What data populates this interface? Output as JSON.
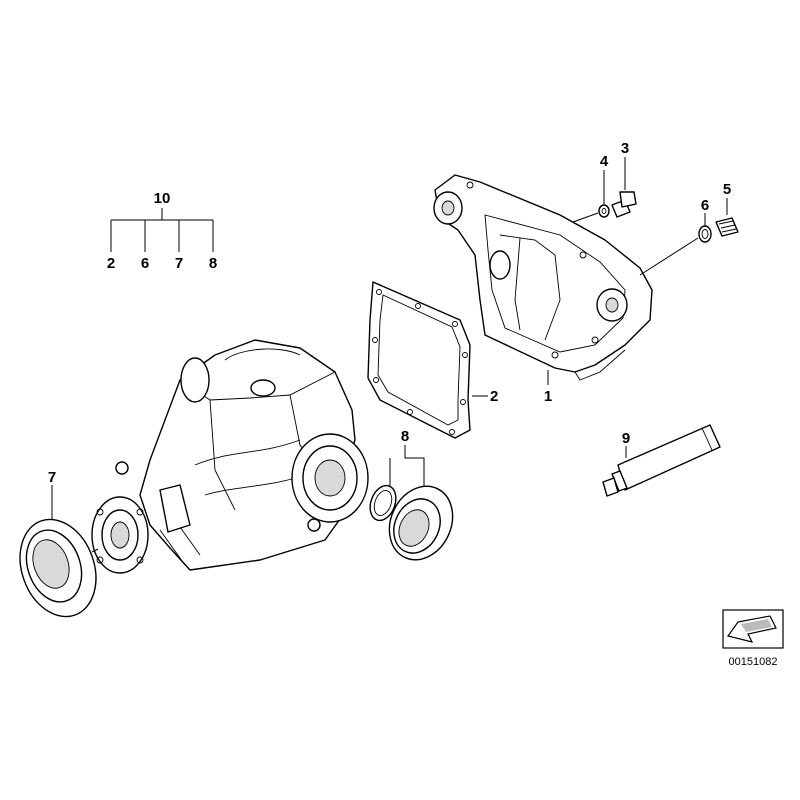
{
  "callouts": {
    "part1": "1",
    "part2": "2",
    "part3": "3",
    "part4": "4",
    "part5": "5",
    "part6": "6",
    "part7": "7",
    "part8": "8",
    "part9": "9"
  },
  "kit": {
    "label": "10",
    "items": [
      "2",
      "6",
      "7",
      "8"
    ]
  },
  "catalog_number": "00151082"
}
